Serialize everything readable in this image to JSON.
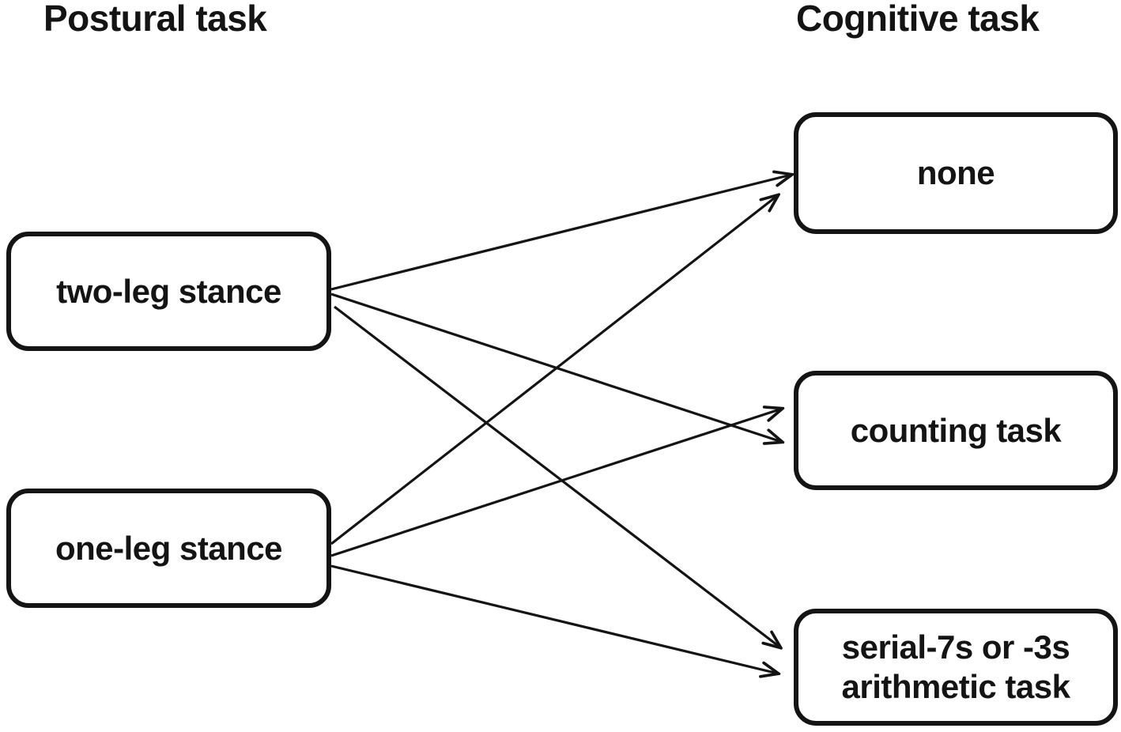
{
  "diagram": {
    "left_column": {
      "heading": "Postural task",
      "nodes": [
        {
          "id": "two-leg",
          "label": "two-leg stance"
        },
        {
          "id": "one-leg",
          "label": "one-leg stance"
        }
      ]
    },
    "right_column": {
      "heading": "Cognitive task",
      "nodes": [
        {
          "id": "none",
          "label": "none"
        },
        {
          "id": "counting",
          "label": "counting task"
        },
        {
          "id": "serial",
          "label": "serial-7s or -3s arithmetic task",
          "lines": [
            "serial-7s or -3s",
            "arithmetic task"
          ]
        }
      ]
    },
    "edges": [
      {
        "from": "two-leg",
        "to": "none"
      },
      {
        "from": "two-leg",
        "to": "counting"
      },
      {
        "from": "two-leg",
        "to": "serial"
      },
      {
        "from": "one-leg",
        "to": "none"
      },
      {
        "from": "one-leg",
        "to": "counting"
      },
      {
        "from": "one-leg",
        "to": "serial"
      }
    ],
    "colors": {
      "line": "#141414",
      "box_border": "#141414",
      "text": "#141414",
      "background": "#ffffff"
    }
  }
}
